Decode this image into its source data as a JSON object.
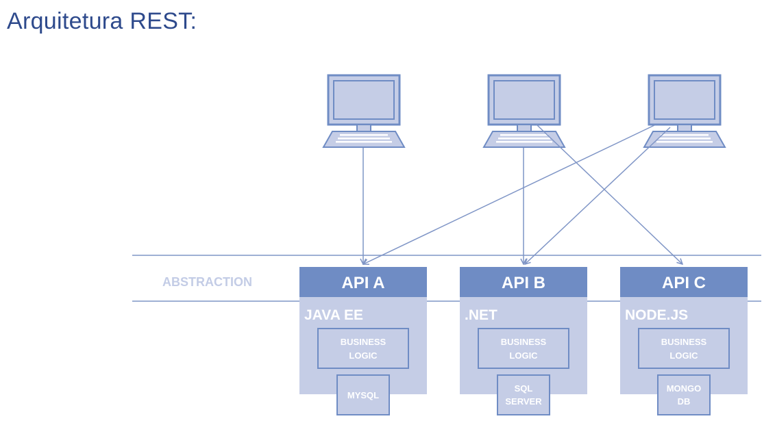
{
  "title": "Arquitetura REST:",
  "abstraction_label": "ABSTRACTION",
  "colors": {
    "title": "#2e4a8c",
    "line": "#7f95c6",
    "api_header": "#6f8cc4",
    "api_body": "#c5cde6",
    "computer_fill": "#c5cde6",
    "computer_stroke": "#6f8cc4",
    "abstraction_text": "#c3cce6"
  },
  "clients": [
    {
      "name": "computer-1"
    },
    {
      "name": "computer-2"
    },
    {
      "name": "computer-3"
    }
  ],
  "apis": [
    {
      "name": "API A",
      "platform": "JAVA EE",
      "logic": [
        "BUSINESS",
        "LOGIC"
      ],
      "db": [
        "MYSQL"
      ]
    },
    {
      "name": "API B",
      "platform": ".NET",
      "logic": [
        "BUSINESS",
        "LOGIC"
      ],
      "db": [
        "SQL",
        "SERVER"
      ]
    },
    {
      "name": "API C",
      "platform": "NODE.JS",
      "logic": [
        "BUSINESS",
        "LOGIC"
      ],
      "db": [
        "MONGO",
        "DB"
      ]
    }
  ],
  "connections": [
    {
      "from": 0,
      "to": 0
    },
    {
      "from": 1,
      "to": 1
    },
    {
      "from": 1,
      "to": 2
    },
    {
      "from": 2,
      "to": 0
    },
    {
      "from": 2,
      "to": 1
    }
  ]
}
